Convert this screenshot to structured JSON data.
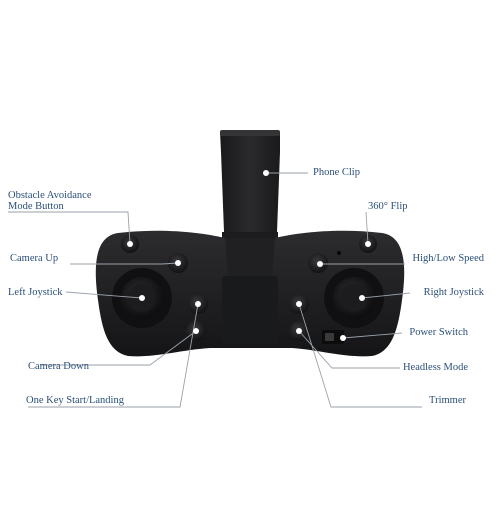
{
  "labels": {
    "phone_clip": "Phone Clip",
    "obstacle_avoidance_line1": "Obstacle Avoidance",
    "obstacle_avoidance_line2": "Mode Button",
    "flip_360": "360° Flip",
    "camera_up": "Camera Up",
    "high_low_speed": "High/Low Speed",
    "left_joystick": "Left Joystick",
    "right_joystick": "Right Joystick",
    "power_switch": "Power Switch",
    "camera_down": "Camera Down",
    "headless_mode": "Headless Mode",
    "one_key_start_landing": "One Key Start/Landing",
    "trimmer": "Trimmer"
  },
  "colors": {
    "controller_body": "#1f1f21",
    "leader_line": "#9aa2ab",
    "label_text": "#2b4f7a",
    "marker_dot": "#ffffff"
  }
}
